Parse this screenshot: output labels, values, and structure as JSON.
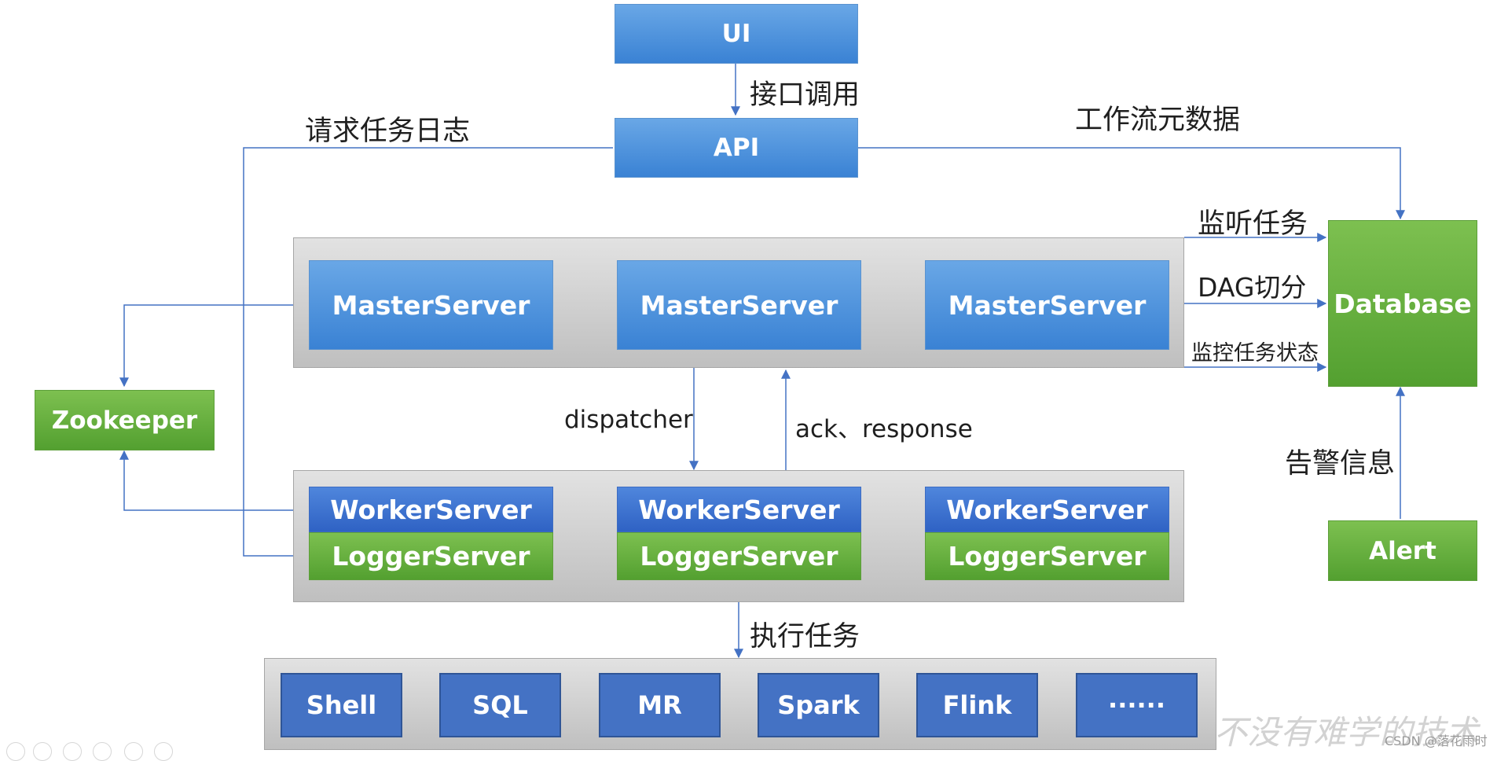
{
  "nodes": {
    "ui": "UI",
    "api": "API",
    "master1": "MasterServer",
    "master2": "MasterServer",
    "master3": "MasterServer",
    "zookeeper": "Zookeeper",
    "database": "Database",
    "worker1": "WorkerServer",
    "worker2": "WorkerServer",
    "worker3": "WorkerServer",
    "logger1": "LoggerServer",
    "logger2": "LoggerServer",
    "logger3": "LoggerServer",
    "alert": "Alert"
  },
  "tasks": [
    "Shell",
    "SQL",
    "MR",
    "Spark",
    "Flink",
    "······"
  ],
  "edges": {
    "interface_call": "接口调用",
    "request_task_log": "请求任务日志",
    "workflow_metadata": "工作流元数据",
    "listen_task": "监听任务",
    "dag_split": "DAG切分",
    "monitor_task_status": "监控任务状态",
    "dispatcher": "dispatcher",
    "ack_response": "ack、response",
    "alarm_info": "告警信息",
    "execute_task": "执行任务"
  },
  "footer": {
    "watermark": "不没有难学的技术",
    "credit": "CSDN @落花雨时"
  },
  "colors": {
    "blue_node": "#4a90d9",
    "dark_blue_node": "#2f62c4",
    "green_node": "#5ea83a",
    "task_node": "#4472c4",
    "panel": "#d0d0d0",
    "connector": "#4472c4"
  }
}
